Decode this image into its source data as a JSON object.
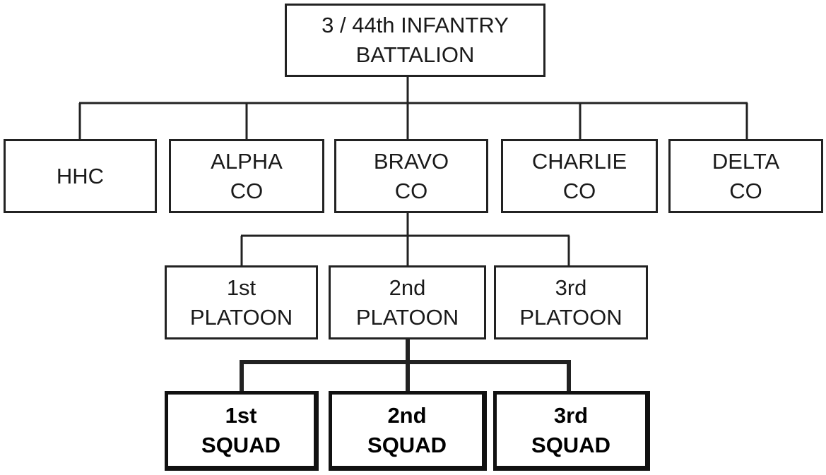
{
  "diagram": {
    "battalion": {
      "line1": "3 / 44th INFANTRY",
      "line2": "BATTALION"
    },
    "companies": [
      {
        "line1": "HHC",
        "line2": ""
      },
      {
        "line1": "ALPHA",
        "line2": "CO"
      },
      {
        "line1": "BRAVO",
        "line2": "CO"
      },
      {
        "line1": "CHARLIE",
        "line2": "CO"
      },
      {
        "line1": "DELTA",
        "line2": "CO"
      }
    ],
    "platoons": [
      {
        "line1": "1st",
        "line2": "PLATOON"
      },
      {
        "line1": "2nd",
        "line2": "PLATOON"
      },
      {
        "line1": "3rd",
        "line2": "PLATOON"
      }
    ],
    "squads": [
      {
        "line1": "1st",
        "line2": "SQUAD"
      },
      {
        "line1": "2nd",
        "line2": "SQUAD"
      },
      {
        "line1": "3rd",
        "line2": "SQUAD"
      }
    ]
  }
}
